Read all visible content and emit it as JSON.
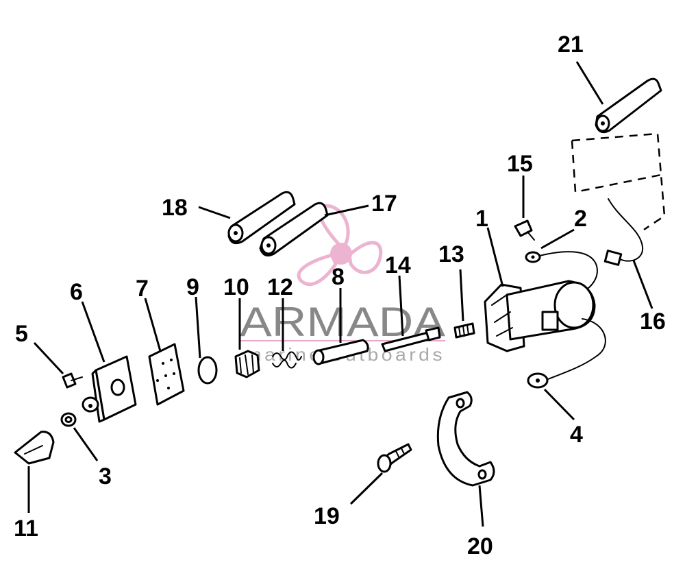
{
  "watermark": {
    "brand": "ARMADA",
    "tagline": "marine outboards",
    "logo_icon": "propeller-logo-icon",
    "brand_color": "#e9a8c9"
  },
  "parts": [
    {
      "num": "1"
    },
    {
      "num": "2"
    },
    {
      "num": "3"
    },
    {
      "num": "4"
    },
    {
      "num": "5"
    },
    {
      "num": "6"
    },
    {
      "num": "7"
    },
    {
      "num": "8"
    },
    {
      "num": "9"
    },
    {
      "num": "10"
    },
    {
      "num": "11"
    },
    {
      "num": "12"
    },
    {
      "num": "13"
    },
    {
      "num": "14"
    },
    {
      "num": "15"
    },
    {
      "num": "16"
    },
    {
      "num": "17"
    },
    {
      "num": "18"
    },
    {
      "num": "19"
    },
    {
      "num": "20"
    },
    {
      "num": "21"
    }
  ]
}
